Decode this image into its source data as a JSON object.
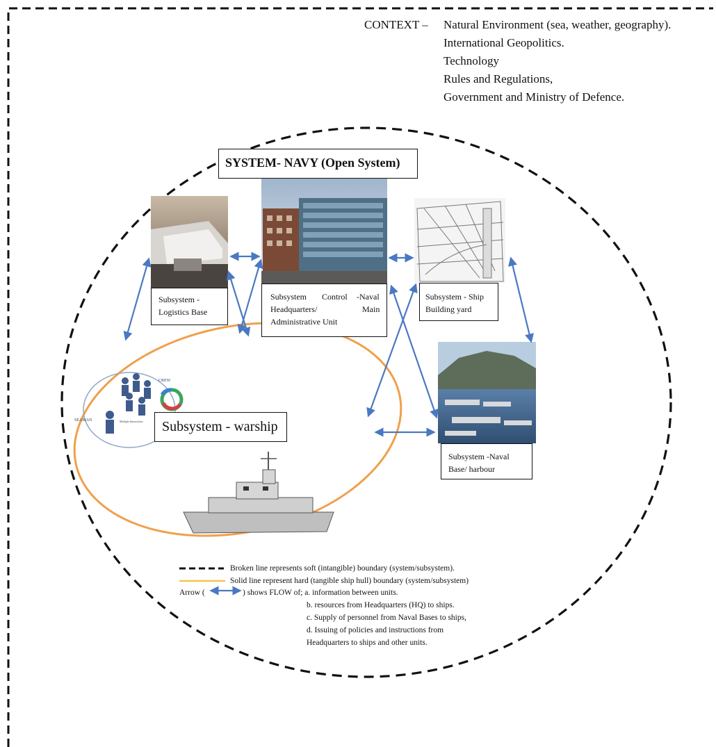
{
  "context": {
    "label": "CONTEXT –",
    "items": [
      "Natural Environment (sea, weather, geography).",
      "International Geopolitics.",
      "Technology",
      "Rules and Regulations,",
      "Government and Ministry of Defence."
    ]
  },
  "system_title": "SYSTEM- NAVY (Open System)",
  "subsystems": {
    "logistics": {
      "line1": "Subsystem -",
      "line2": "Logistics Base"
    },
    "control": {
      "line1a": "Subsystem",
      "line1b": "Control",
      "line1c": "-Naval",
      "line2a": "Headquarters/",
      "line2b": "Main",
      "line3": "Administrative Unit"
    },
    "shipyard": {
      "line1": "Subsystem - Ship",
      "line2": "Building yard"
    },
    "naval_base": {
      "line1": "Subsystem -Naval",
      "line2": "Base/ harbour"
    },
    "warship": {
      "label": "Subsystem - warship"
    }
  },
  "crew_graphic": {
    "crew": "CREW",
    "seaman": "SEAMAN",
    "interaction": "Multiple Interactions"
  },
  "legend": {
    "broken": "Broken line represents soft (intangible) boundary (system/subsystem).",
    "solid": "Solid line represent hard (tangible ship hull) boundary (system/subsystem)",
    "arrow_pre": "Arrow (",
    "arrow_post": ") shows FLOW of; a. information between units.",
    "b": "b. resources from Headquarters (HQ) to ships.",
    "c": "c. Supply of personnel from Naval Bases to ships,",
    "d1": "d. Issuing of policies and instructions from",
    "d2": "Headquarters to ships and other units."
  },
  "colors": {
    "arrow": "#4a78c2",
    "hull_boundary": "#f0a04b",
    "legend_solid": "#f5c54a",
    "dashed": "#111111"
  }
}
